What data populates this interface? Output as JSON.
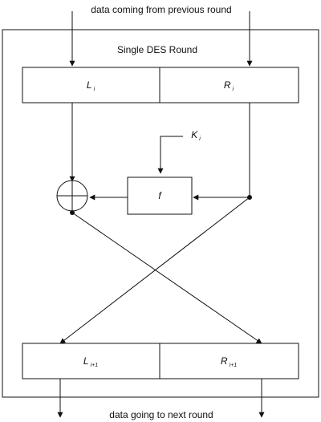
{
  "diagram": {
    "top_caption": "data coming from previous round",
    "bottom_caption": "data going to next round",
    "round_title": "Single DES Round",
    "left_in": {
      "var": "L",
      "sub": "i"
    },
    "right_in": {
      "var": "R",
      "sub": "i"
    },
    "key": {
      "var": "K",
      "sub": "i"
    },
    "func": "f",
    "left_out": {
      "var": "L",
      "sub": "i+1"
    },
    "right_out": {
      "var": "R",
      "sub": "i+1"
    }
  },
  "colors": {
    "stroke": "#111111",
    "background": "#ffffff"
  }
}
